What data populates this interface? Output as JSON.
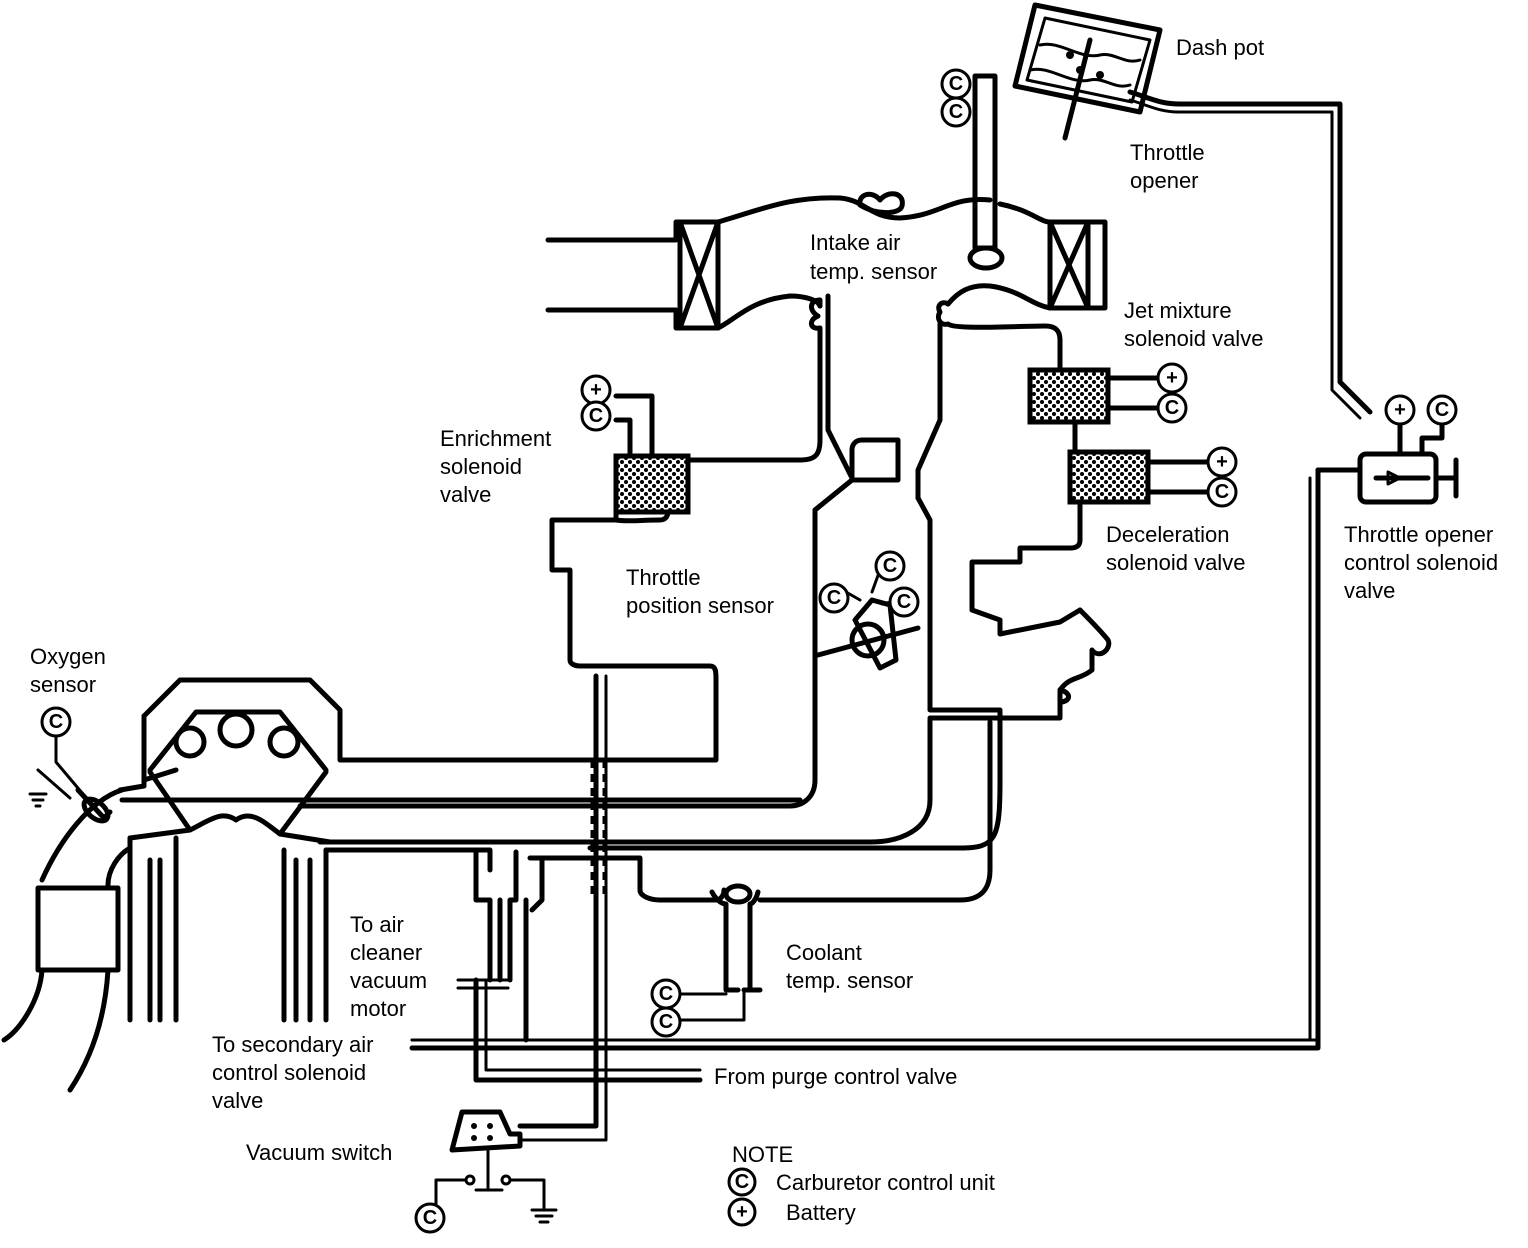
{
  "diagram": {
    "type": "schematic",
    "subject": "Carburetor feedback control system vacuum and wiring layout",
    "labels": {
      "dash_pot": "Dash pot",
      "throttle_opener": [
        "Throttle",
        "opener"
      ],
      "intake_air_temp_sensor": [
        "Intake air",
        "temp. sensor"
      ],
      "jet_mixture_solenoid_valve": [
        "Jet mixture",
        "solenoid valve"
      ],
      "enrichment_solenoid_valve": [
        "Enrichment",
        "solenoid",
        "valve"
      ],
      "deceleration_solenoid_valve": [
        "Deceleration",
        "solenoid valve"
      ],
      "throttle_opener_control_solenoid_valve": [
        "Throttle opener",
        "control solenoid",
        "valve"
      ],
      "throttle_position_sensor": [
        "Throttle",
        "position sensor"
      ],
      "oxygen_sensor": [
        "Oxygen",
        "sensor"
      ],
      "to_air_cleaner_vacuum_motor": [
        "To air",
        "cleaner",
        "vacuum",
        "motor"
      ],
      "coolant_temp_sensor": [
        "Coolant",
        "temp. sensor"
      ],
      "to_secondary_air_control_solenoid_valve": [
        "To secondary air",
        "control solenoid",
        "valve"
      ],
      "from_purge_control_valve": "From purge control valve",
      "vacuum_switch": "Vacuum switch"
    },
    "symbols": {
      "control_unit": "C",
      "battery": "+"
    },
    "note": {
      "title": "NOTE",
      "items": [
        {
          "symbol": "C",
          "label": "Carburetor control unit"
        },
        {
          "symbol": "+",
          "label": "Battery"
        }
      ]
    },
    "colors": {
      "line": "#000000",
      "background": "#ffffff"
    }
  }
}
